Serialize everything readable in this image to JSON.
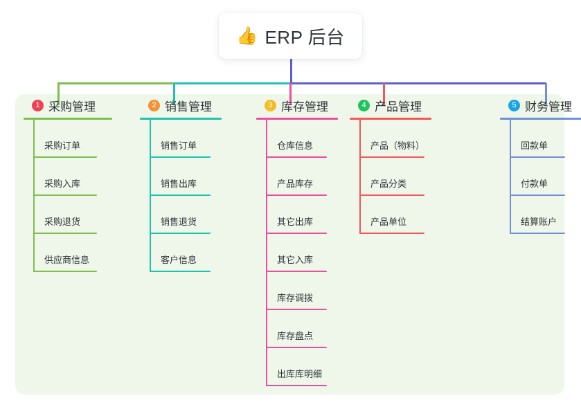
{
  "diagram": {
    "type": "mind-map",
    "background": "#ffffff",
    "panel_color": "#eef7ea",
    "root": {
      "icon": "thumbs-up-icon",
      "emoji": "👍",
      "title": "ERP 后台",
      "connector_color": "#5b5fd0"
    },
    "branches": [
      {
        "index": "1",
        "title": "采购管理",
        "badge_color": "#ef4056",
        "accent": "#7ebe4f",
        "items": [
          "采购订单",
          "采购入库",
          "采购退货",
          "供应商信息"
        ]
      },
      {
        "index": "2",
        "title": "销售管理",
        "badge_color": "#f29338",
        "accent": "#1fc3ad",
        "items": [
          "销售订单",
          "销售出库",
          "销售退货",
          "客户信息"
        ]
      },
      {
        "index": "3",
        "title": "库存管理",
        "badge_color": "#f5bc28",
        "accent": "#ec4d9c",
        "items": [
          "仓库信息",
          "产品库存",
          "其它出库",
          "其它入库",
          "库存调拨",
          "库存盘点",
          "出库库明细"
        ]
      },
      {
        "index": "4",
        "title": "产品管理",
        "badge_color": "#22c35e",
        "accent": "#f4565c",
        "items": [
          "产品（物料）",
          "产品分类",
          "产品单位"
        ]
      },
      {
        "index": "5",
        "title": "财务管理",
        "badge_color": "#18a5e0",
        "accent": "#6f8fd8",
        "items": [
          "回款单",
          "付款单",
          "结算账户"
        ]
      }
    ],
    "connector_segments": [
      {
        "name": "left-green",
        "color": "#7ebe4f"
      },
      {
        "name": "mid-teal",
        "color": "#1fc3ad"
      },
      {
        "name": "right-blue",
        "color": "#5b5fd0"
      }
    ]
  }
}
